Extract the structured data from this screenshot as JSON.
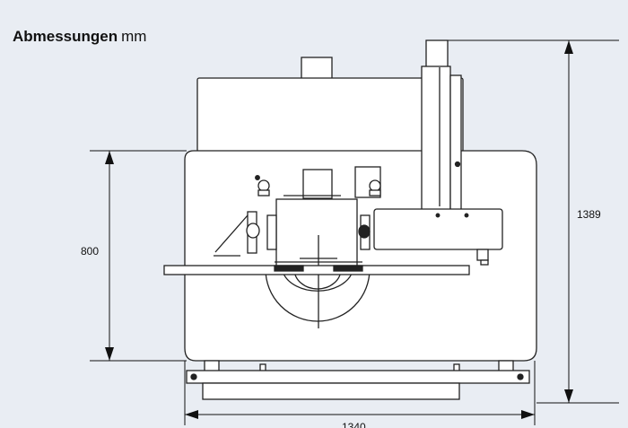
{
  "title": {
    "main": "Abmessungen",
    "unit": "mm"
  },
  "dimensions": {
    "height_total": "1389",
    "table_height": "800",
    "width_total": "1340"
  }
}
